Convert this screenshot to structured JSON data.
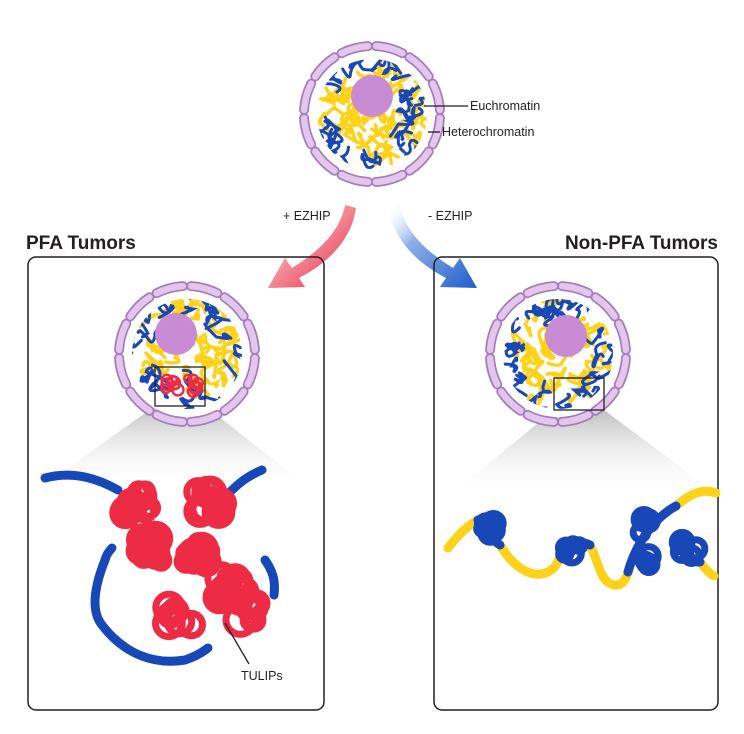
{
  "labels": {
    "euchromatin": "Euchromatin",
    "heterochromatin": "Heterochromatin",
    "plus_ezhip": "+ EZHIP",
    "minus_ezhip": "-  EZHIP",
    "pfa_title": "PFA Tumors",
    "nonpfa_title": "Non-PFA Tumors",
    "tulips": "TULIPs"
  },
  "colors": {
    "euchromatin": "#ffd21a",
    "heterochromatin": "#1848b8",
    "nucleolus": "#c98bd3",
    "membrane": "#e3c6ec",
    "tulips": "#ee2b45",
    "arrow_left": "#e8233d",
    "arrow_right": "#1d5ec9"
  }
}
